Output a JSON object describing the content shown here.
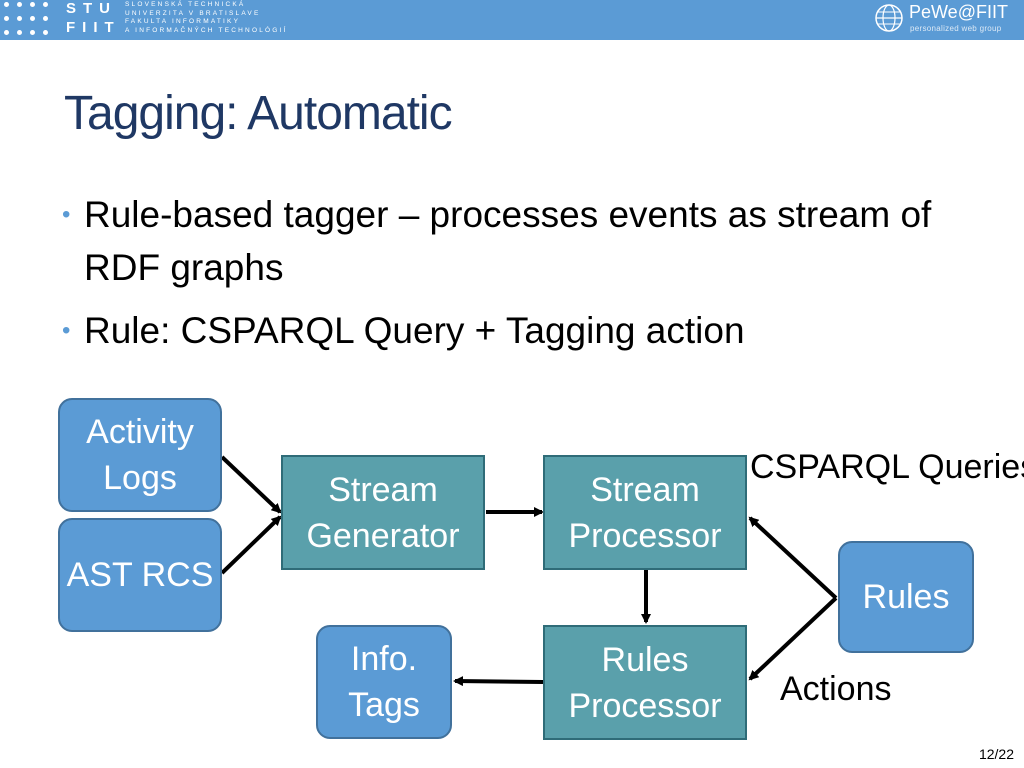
{
  "header": {
    "brand_top": "STU",
    "brand_bottom": "FIIT",
    "university_lines": [
      "Slovenská technická",
      "univerzita v Bratislave",
      "Fakulta informatiky",
      "a informačných technológií"
    ],
    "group_logo": "PeWe@FIIT",
    "group_sub": "personalized web group",
    "globe_icon": "globe-icon"
  },
  "slide": {
    "title": "Tagging: Automatic",
    "bullets": [
      "Rule-based tagger – processes events as stream of RDF graphs",
      "Rule: CSPARQL Query + Tagging action"
    ],
    "page": "12/22"
  },
  "diagram": {
    "activity_logs": "Activity Logs",
    "ast_rcs": "AST RCS",
    "stream_generator": "Stream Generator",
    "stream_processor": "Stream Processor",
    "rules_processor": "Rules Processor",
    "info_tags": "Info. Tags",
    "rules": "Rules",
    "csparql_queries": "CSPARQL Queries",
    "actions": "Actions"
  },
  "colors": {
    "header_bar": "#5b9bd5",
    "title": "#1f3864",
    "rounded_box": "#5b9bd5",
    "square_box": "#5aa0ab"
  }
}
